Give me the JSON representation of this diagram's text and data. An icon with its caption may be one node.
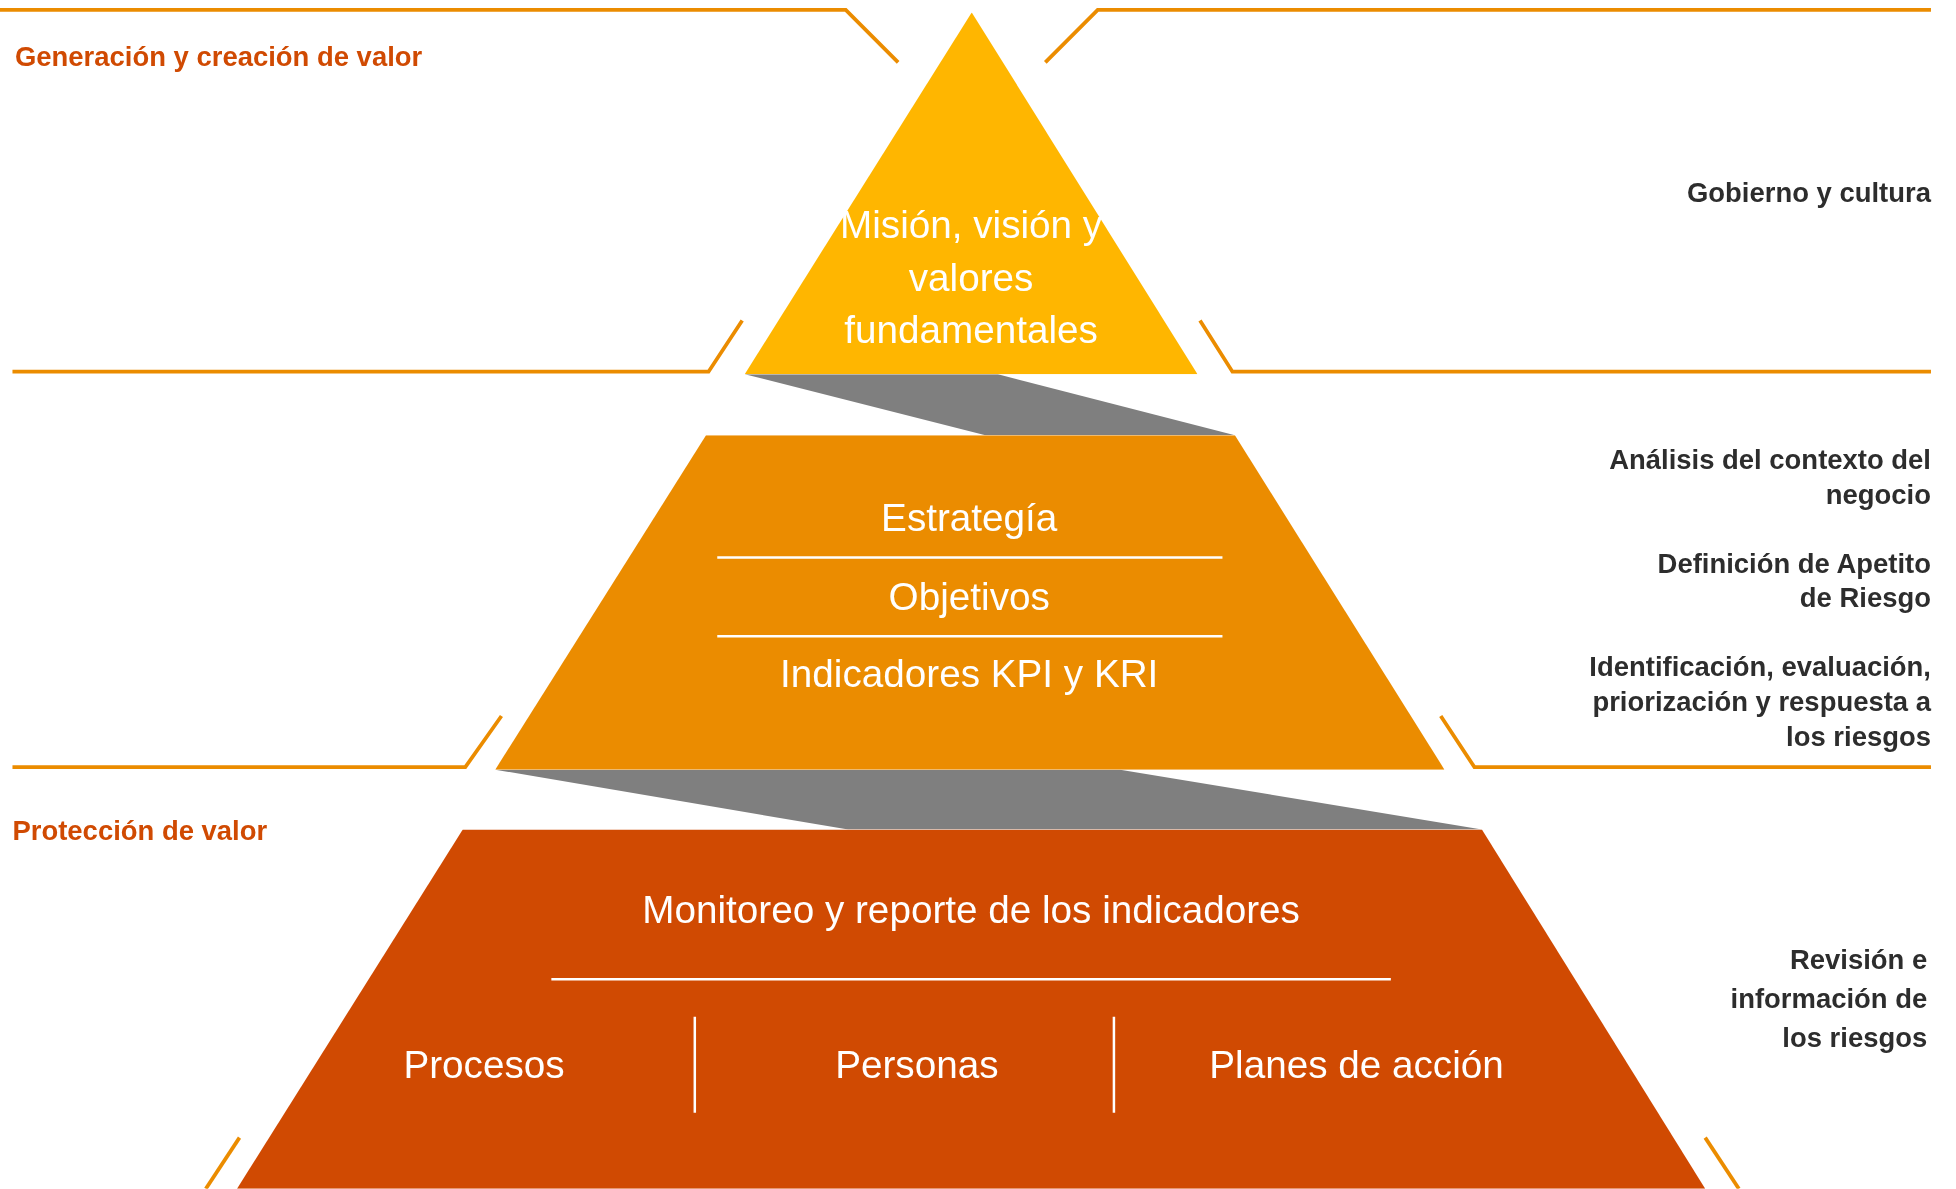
{
  "diagram": {
    "nodes": [
      {
        "text": [
          "Misión, visión y valores fundamentales"
        ]
      },
      {
        "text": [],
        "shape": "band"
      },
      {
        "text": [
          "Estrategía",
          "Objetivos",
          "Indicadores KPI y KRI"
        ]
      },
      {
        "text": [],
        "shape": "band"
      },
      {
        "text": [
          "Monitoreo y reporte de los indicadores",
          "Procesos",
          "Personas",
          "Planes de acción"
        ]
      }
    ],
    "labels": [
      "Generación y creación de valor",
      "Gobierno y cultura",
      "Análisis del contexto del negocio",
      "Definición de Apetito de Riesgo",
      "Identificación, evaluación, priorización y respuesta a los riesgos",
      "Protección de valor",
      "Revisión e información de los riesgos"
    ]
  }
}
